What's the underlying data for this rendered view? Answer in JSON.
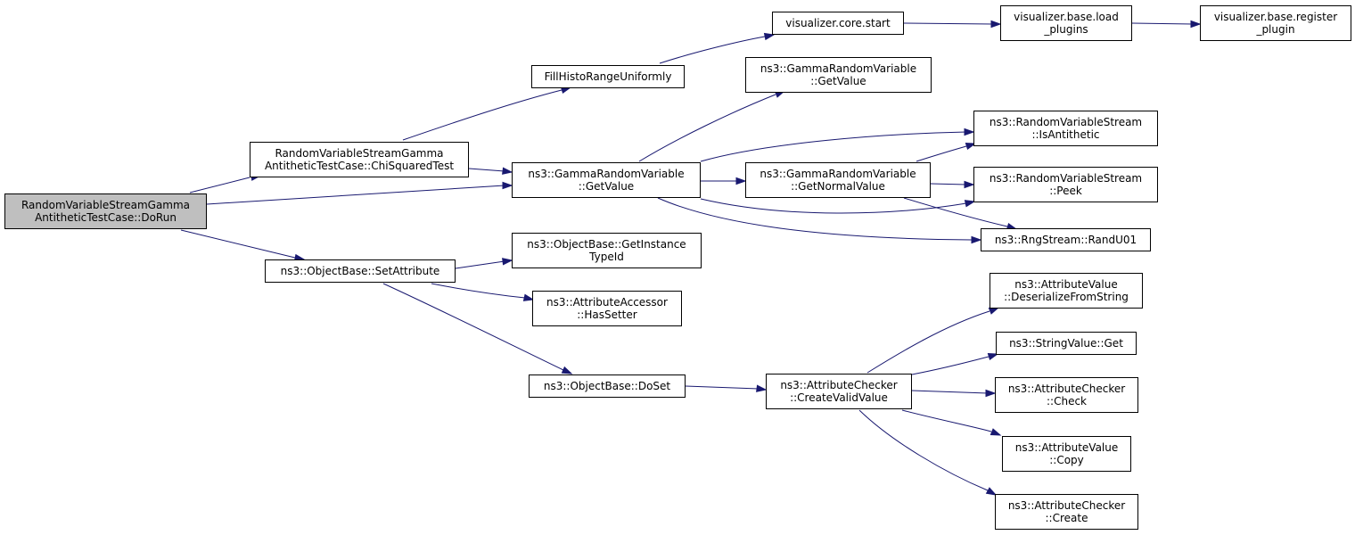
{
  "nodes": {
    "dorun": [
      "RandomVariableStreamGamma",
      "AntitheticTestCase::DoRun"
    ],
    "chisq": [
      "RandomVariableStreamGamma",
      "AntitheticTestCase::ChiSquaredTest"
    ],
    "fill": [
      "FillHistoRangeUniformly"
    ],
    "viscore": [
      "visualizer.core.start"
    ],
    "visload": [
      "visualizer.base.load",
      "_plugins"
    ],
    "visreg": [
      "visualizer.base.register",
      "_plugin"
    ],
    "gammaTop": [
      "ns3::GammaRandomVariable",
      "::GetValue"
    ],
    "gammaMain": [
      "ns3::GammaRandomVariable",
      "::GetValue"
    ],
    "gammaNormal": [
      "ns3::GammaRandomVariable",
      "::GetNormalValue"
    ],
    "isanti": [
      "ns3::RandomVariableStream",
      "::IsAntithetic"
    ],
    "peek": [
      "ns3::RandomVariableStream",
      "::Peek"
    ],
    "randu": [
      "ns3::RngStream::RandU01"
    ],
    "setattr": [
      "ns3::ObjectBase::SetAttribute"
    ],
    "getinst": [
      "ns3::ObjectBase::GetInstance",
      "TypeId"
    ],
    "hassetter": [
      "ns3::AttributeAccessor",
      "::HasSetter"
    ],
    "doset": [
      "ns3::ObjectBase::DoSet"
    ],
    "createvalid": [
      "ns3::AttributeChecker",
      "::CreateValidValue"
    ],
    "deser": [
      "ns3::AttributeValue",
      "::DeserializeFromString"
    ],
    "strget": [
      "ns3::StringValue::Get"
    ],
    "check": [
      "ns3::AttributeChecker",
      "::Check"
    ],
    "copy": [
      "ns3::AttributeValue",
      "::Copy"
    ],
    "create": [
      "ns3::AttributeChecker",
      "::Create"
    ]
  },
  "colors": {
    "edge": "#191970",
    "root_fill": "#bfbfbf",
    "node_border": "#000000"
  }
}
